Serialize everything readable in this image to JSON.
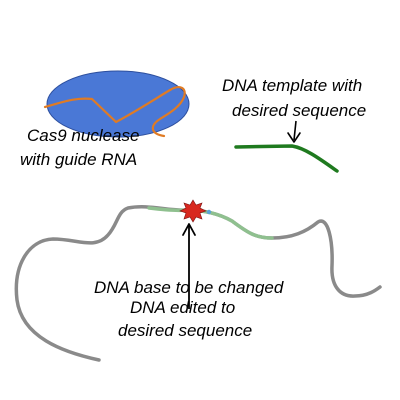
{
  "labels": {
    "cas9_line1": "Cas9 nuclease",
    "cas9_line2": "with guide RNA",
    "template_line1": "DNA template with",
    "template_line2": "desired sequence",
    "base_changed": "DNA base to be changed",
    "edited_line1": "DNA edited to",
    "edited_line2": "desired sequence"
  },
  "colors": {
    "cas9_fill": "#4a78d6",
    "cas9_stroke": "#2d4f9e",
    "guide_rna": "#e07b24",
    "template_dna": "#1f7a1f",
    "genomic_dna": "#8a8a8a",
    "edited_segment": "#8fc08f",
    "cut_site": "#d8281e",
    "arrow": "#000000"
  }
}
